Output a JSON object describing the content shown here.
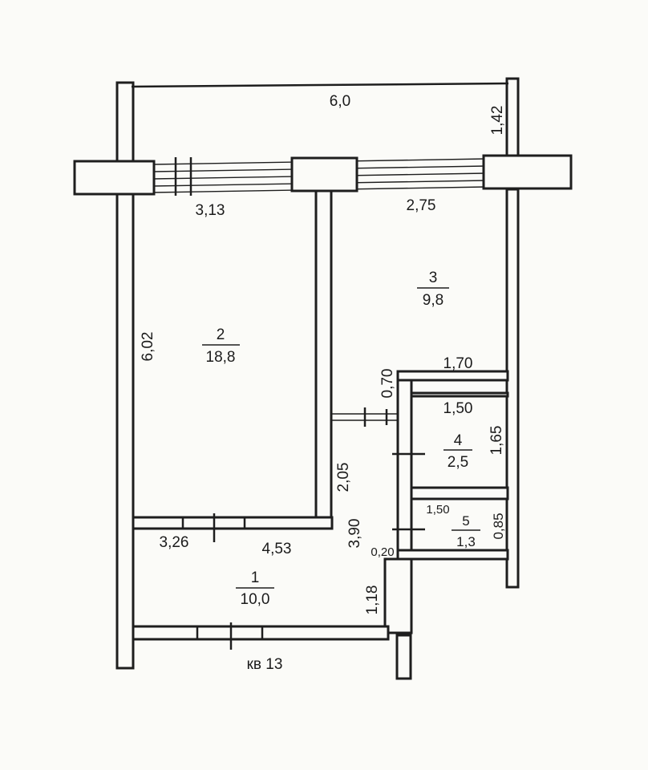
{
  "plan": {
    "caption": "кв 13",
    "dimensions": {
      "overall_width": "6,0",
      "balcony_depth": "1,42",
      "room2_width": "3,13",
      "room3_width": "2,75",
      "room2_length": "6,02",
      "corridor_jog": "0,70",
      "wc_width_outer": "1,70",
      "wc_width": "1,50",
      "wc_depth": "1,65",
      "bath_width": "1,50",
      "bath_depth": "0,85",
      "corridor_wall": "2,05",
      "hall_depth": "3,90",
      "niche": "0,20",
      "hall_left": "3,26",
      "hall_width": "4,53",
      "entry_depth": "1,18"
    },
    "rooms": [
      {
        "number": "1",
        "area": "10,0"
      },
      {
        "number": "2",
        "area": "18,8"
      },
      {
        "number": "3",
        "area": "9,8"
      },
      {
        "number": "4",
        "area": "2,5"
      },
      {
        "number": "5",
        "area": "1,3"
      }
    ]
  }
}
